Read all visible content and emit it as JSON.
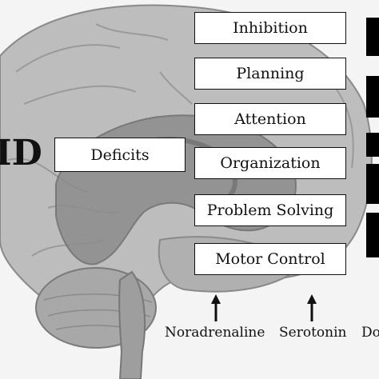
{
  "left_text": "ID",
  "deficits_label": "Deficits",
  "functions": [
    "Inhibition",
    "Planning",
    "Attention",
    "Organization",
    "Problem Solving",
    "Motor Control"
  ],
  "neurotransmitters": [
    "Noradrenaline",
    "Serotonin",
    "Do"
  ]
}
